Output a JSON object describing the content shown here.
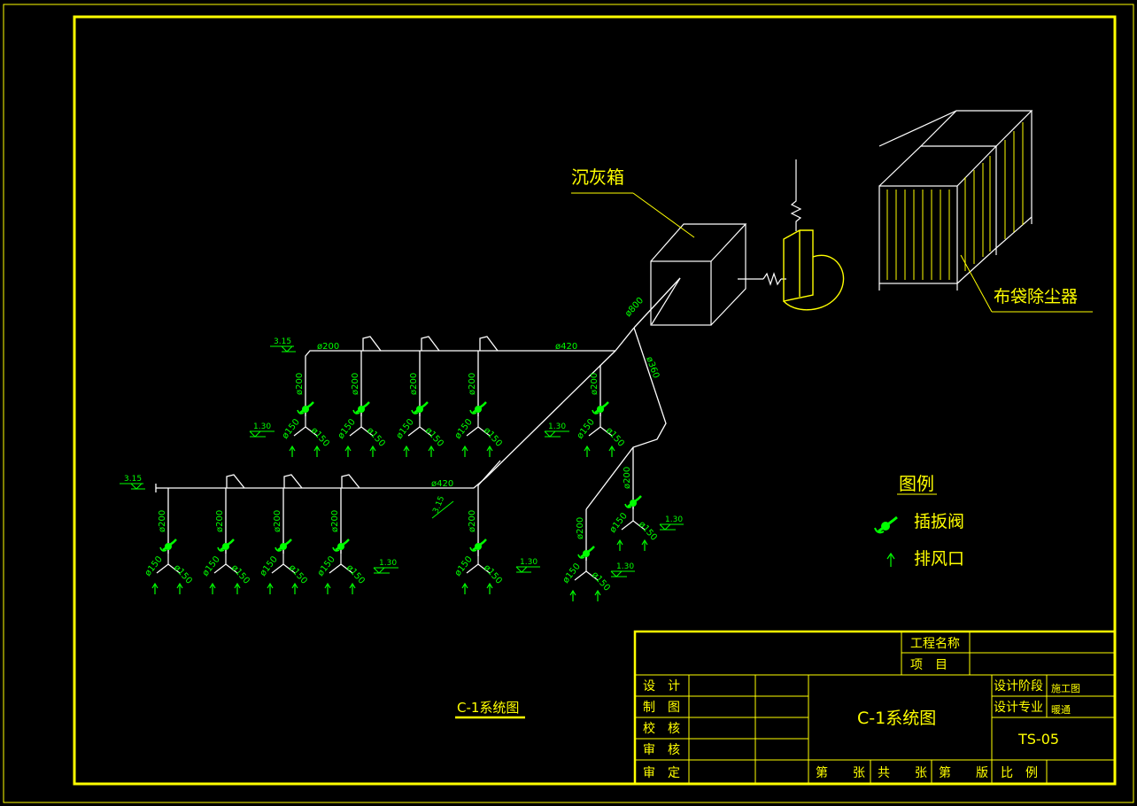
{
  "colors": {
    "background": "#000000",
    "frame": "#ffff00",
    "pipe": "#ffffff",
    "dim": "#00ff00",
    "label": "#ffff00",
    "title_block": "#ffff00"
  },
  "equipment": {
    "settling_box": "沉灰箱",
    "bag_filter": "布袋除尘器"
  },
  "legend": {
    "title": "图例",
    "damper": "插扳阀",
    "outlet": "排风口"
  },
  "diagram_title": "C-1系统图",
  "pipe_labels": {
    "d800": "ø800",
    "d360": "ø360",
    "d420_top": "ø420",
    "d420_bottom": "ø420",
    "d200_top": "ø200",
    "d200": "ø200",
    "d150": "ø150"
  },
  "elevations": {
    "top_main": "3.15",
    "bottom_main": "3.15",
    "diag_main": "3.15",
    "branch_top_left": "1.30",
    "branch_top_right": "1.30",
    "branch_bottom_a": "1.30",
    "branch_bottom_b": "1.30",
    "branch_right_a": "1.30",
    "branch_right_b": "1.30"
  },
  "title_block": {
    "project_name": "工程名称",
    "item": "项　目",
    "roles": [
      "设　计",
      "制　图",
      "校　核",
      "审　核",
      "审　定"
    ],
    "drawing_name": "C-1系统图",
    "stage_label": "设计阶段",
    "stage_value": "施工图",
    "discipline_label": "设计专业",
    "discipline_value": "暖通",
    "drawing_no": "TS-05",
    "sheet": "第　　张",
    "total": "共　　张",
    "edition": "第　　版",
    "scale": "比　例"
  }
}
